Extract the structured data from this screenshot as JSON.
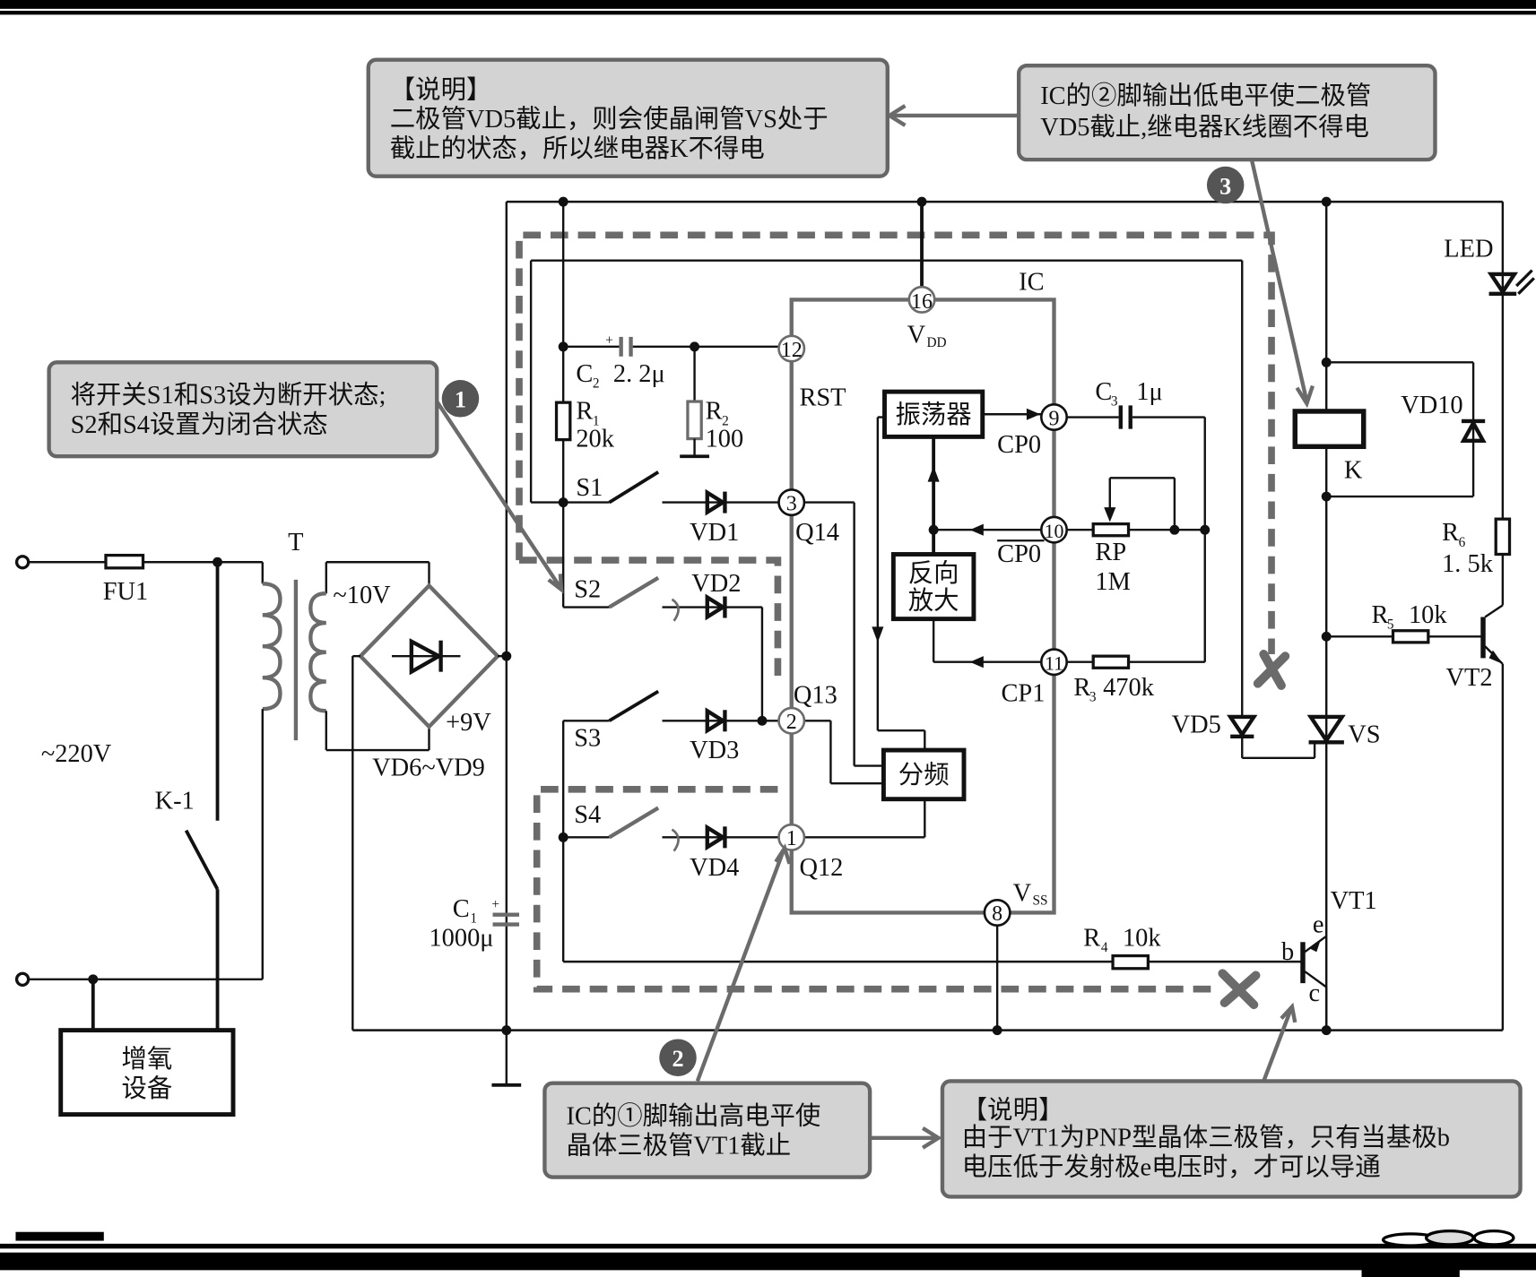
{
  "notes": {
    "note_top_left": {
      "title": "【说明】",
      "line1": "二极管VD5截止，则会使晶闸管VS处于",
      "line2": "截止的状态，所以继电器K不得电"
    },
    "note_top_right": {
      "line1": "IC的②脚输出低电平使二极管",
      "line2": "VD5截止,继电器K线圈不得电"
    },
    "note_left": {
      "line1": "将开关S1和S3设为断开状态;",
      "line2": "S2和S4设置为闭合状态"
    },
    "note_bottom_mid": {
      "line1": "IC的①脚输出高电平使",
      "line2": "晶体三极管VT1截止"
    },
    "note_bottom_right": {
      "title": "【说明】",
      "line1": "由于VT1为PNP型晶体三极管，只有当基极b",
      "line2": "电压低于发射极e电压时，才可以导通"
    }
  },
  "badges": {
    "b1": "1",
    "b2": "2",
    "b3": "3"
  },
  "labels": {
    "fu1": "FU1",
    "t": "T",
    "v10": "~10V",
    "v220": "~220V",
    "k1": "K-1",
    "v9": "+9V",
    "vd69": "VD6~VD9",
    "c1": "C",
    "c1_sub": "1",
    "c1_val": "1000μ",
    "device_line1": "增氧",
    "device_line2": "设备",
    "c2": "C",
    "c2_sub": "2",
    "c2_val": "2. 2μ",
    "r1": "R",
    "r1_sub": "1",
    "r1_val": "20k",
    "r2": "R",
    "r2_sub": "2",
    "r2_val": "100",
    "s1": "S1",
    "s2": "S2",
    "s3": "S3",
    "s4": "S4",
    "vd1": "VD1",
    "vd2": "VD2",
    "vd3": "VD3",
    "vd4": "VD4",
    "ic": "IC",
    "vdd": "V",
    "vdd_sub": "DD",
    "vss": "V",
    "vss_sub": "SS",
    "rst": "RST",
    "q14": "Q14",
    "q13": "Q13",
    "q12": "Q12",
    "cp0": "CP0",
    "cp0bar": "CP0",
    "cp1": "CP1",
    "osc": "振荡器",
    "amp_line1": "反向",
    "amp_line2": "放大",
    "div": "分频",
    "c3": "C",
    "c3_sub": "3",
    "c3_val": "1μ",
    "rp": "RP",
    "rp_val": "1M",
    "r3": "R",
    "r3_sub": "3",
    "r3_val": "470k",
    "r4": "R",
    "r4_sub": "4",
    "r4_val": "10k",
    "r5": "R",
    "r5_sub": "5",
    "r5_val": "10k",
    "r6": "R",
    "r6_sub": "6",
    "r6_val": "1. 5k",
    "led": "LED",
    "vd10": "VD10",
    "k": "K",
    "vd5": "VD5",
    "vs": "VS",
    "vt1": "VT1",
    "vt2": "VT2",
    "b": "b",
    "e": "e",
    "c": "c"
  },
  "pins": {
    "p16": "16",
    "p12": "12",
    "p3": "3",
    "p2": "2",
    "p1": "1",
    "p9": "9",
    "p10": "10",
    "p11": "11",
    "p8": "8"
  }
}
